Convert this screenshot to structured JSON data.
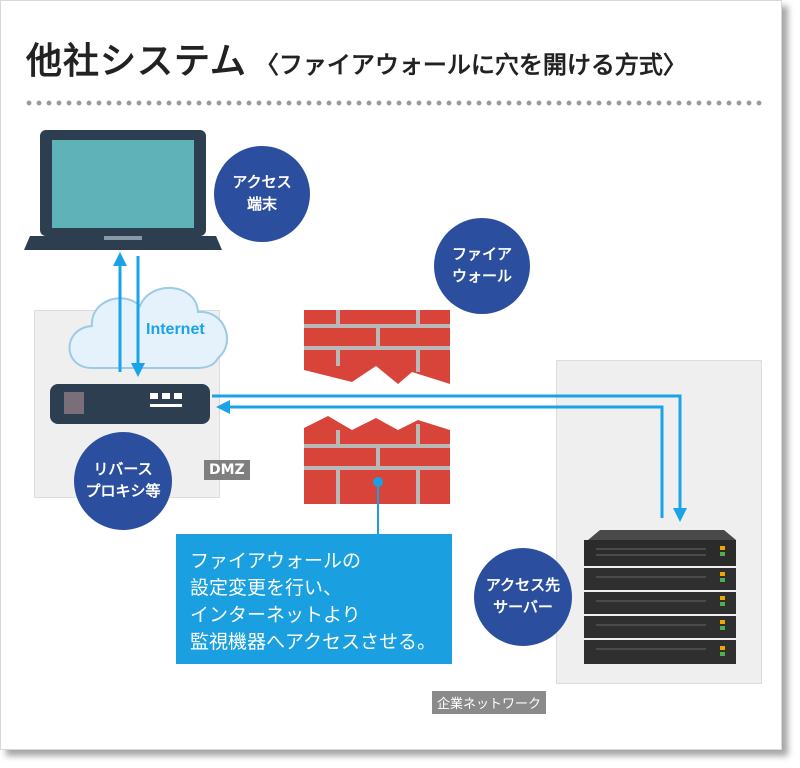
{
  "title": {
    "main": "他社システム",
    "sub": "〈ファイアウォールに穴を開ける方式〉"
  },
  "labels": {
    "access_terminal": [
      "アクセス",
      "端末"
    ],
    "firewall": [
      "ファイア",
      "ウォール"
    ],
    "reverse_proxy": [
      "リバース",
      "プロキシ等"
    ],
    "access_server": [
      "アクセス先",
      "サーバー"
    ],
    "internet": "Internet",
    "dmz": "DMZ",
    "corporate_network": "企業ネットワーク"
  },
  "note": [
    "ファイアウォールの",
    "設定変更を行い、",
    "インターネットより",
    "監視機器へアクセスさせる。"
  ],
  "colors": {
    "circle": "#2b4f9e",
    "arrow": "#1aa3e8",
    "brick": "#d9443a",
    "note_bg": "#1a9fe0"
  }
}
